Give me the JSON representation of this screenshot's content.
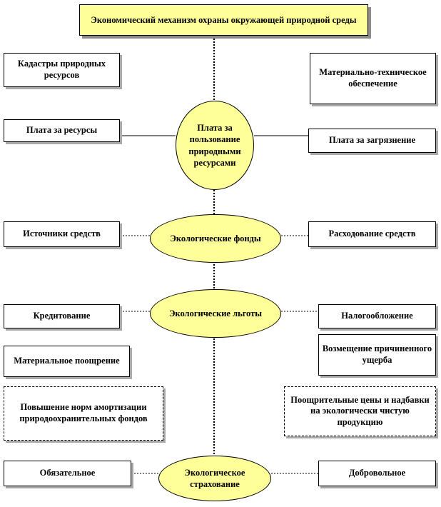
{
  "title": "Экономический механизм охраны окружающей природной среды",
  "nodes": {
    "cadastres": "Кадастры природных ресурсов",
    "material_support": "Материально-техническое обеспечение",
    "resource_payment": "Плата за ресурсы",
    "pollution_payment": "Плата за загрязнение",
    "central_payment": "Плата за пользование природными ресурсами",
    "eco_funds": "Экологические фонды",
    "fund_sources": "Источники средств",
    "fund_spending": "Расходование средств",
    "eco_benefits": "Экологические льготы",
    "crediting": "Кредитование",
    "taxation": "Налогообложение",
    "material_incentive": "Материальное поощрение",
    "damage_compensation": "Возмещение причиненного ущерба",
    "depreciation": "Повышение норм амортизации природоохранительных фондов",
    "incentive_prices": "Поощрительные цены и надбавки на экологически чистую продукцию",
    "eco_insurance": "Экологическое страхование",
    "mandatory": "Обязательное",
    "voluntary": "Добровольное"
  },
  "colors": {
    "ellipse_fill": "#ffff99",
    "title_fill": "#ffff99",
    "shadow": "#a9a9a9",
    "line": "#000000"
  }
}
